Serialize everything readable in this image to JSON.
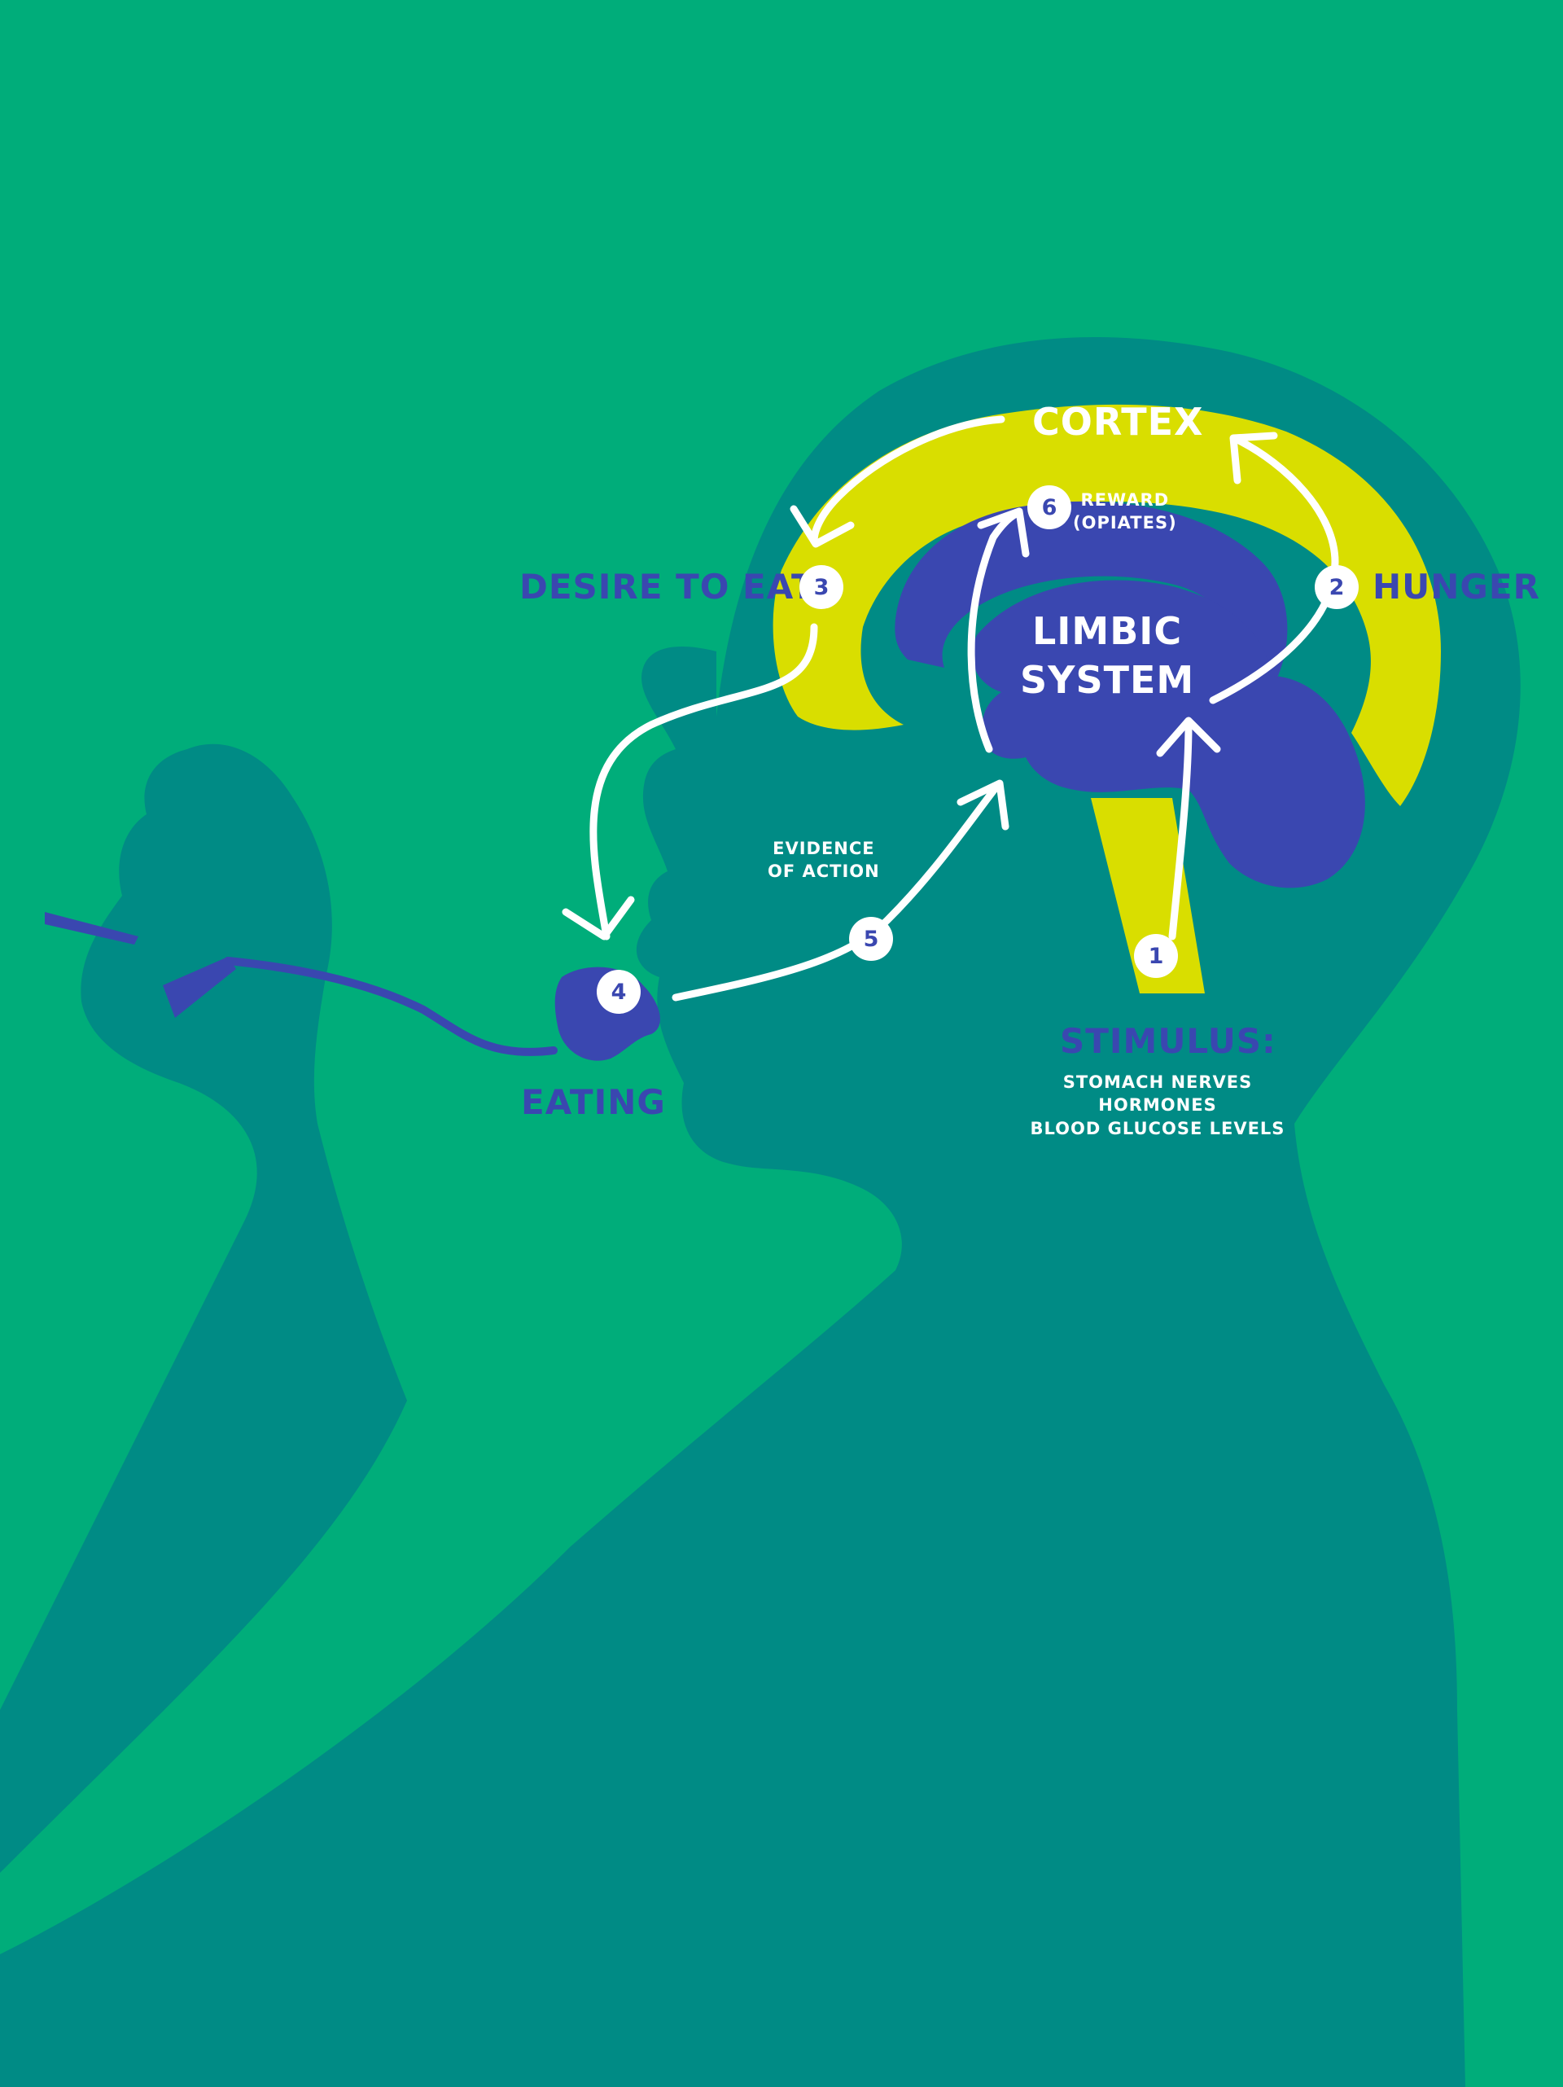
{
  "colors": {
    "background": "#00ad7a",
    "silhouette": "#008b85",
    "cortex": "#d9de00",
    "limbic": "#3a47b0",
    "arrows": "#ffffff"
  },
  "labels": {
    "cortex": "CORTEX",
    "limbic_line1": "LIMBIC",
    "limbic_line2": "SYSTEM",
    "desire_to_eat": "DESIRE TO EAT",
    "hunger": "HUNGER",
    "eating": "EATING",
    "reward_line1": "REWARD",
    "reward_line2": "(OPIATES)",
    "evidence_line1": "EVIDENCE",
    "evidence_line2": "OF ACTION",
    "stimulus_title": "STIMULUS:",
    "stimulus_items": [
      "STOMACH NERVES",
      "HORMONES",
      "BLOOD GLUCOSE LEVELS"
    ]
  },
  "steps": [
    "1",
    "2",
    "3",
    "4",
    "5",
    "6"
  ],
  "icons": [
    "fork-icon",
    "food-bite-icon",
    "arrow-icon"
  ]
}
